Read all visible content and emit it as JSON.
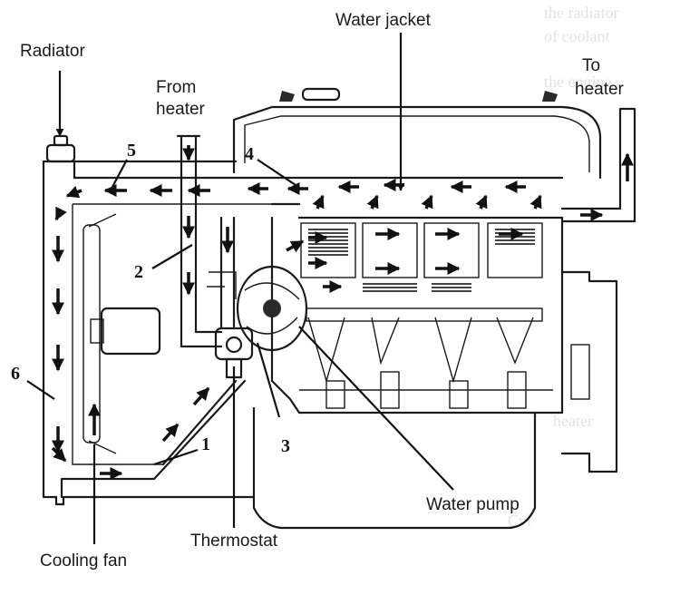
{
  "labels": {
    "radiator": "Radiator",
    "from_heater_1": "From",
    "from_heater_2": "heater",
    "water_jacket": "Water jacket",
    "to_heater_1": "To",
    "to_heater_2": "heater",
    "water_pump": "Water pump",
    "thermostat": "Thermostat",
    "cooling_fan": "Cooling fan"
  },
  "callouts": {
    "n1": "1",
    "n2": "2",
    "n3": "3",
    "n4": "4",
    "n5": "5",
    "n6": "6"
  }
}
